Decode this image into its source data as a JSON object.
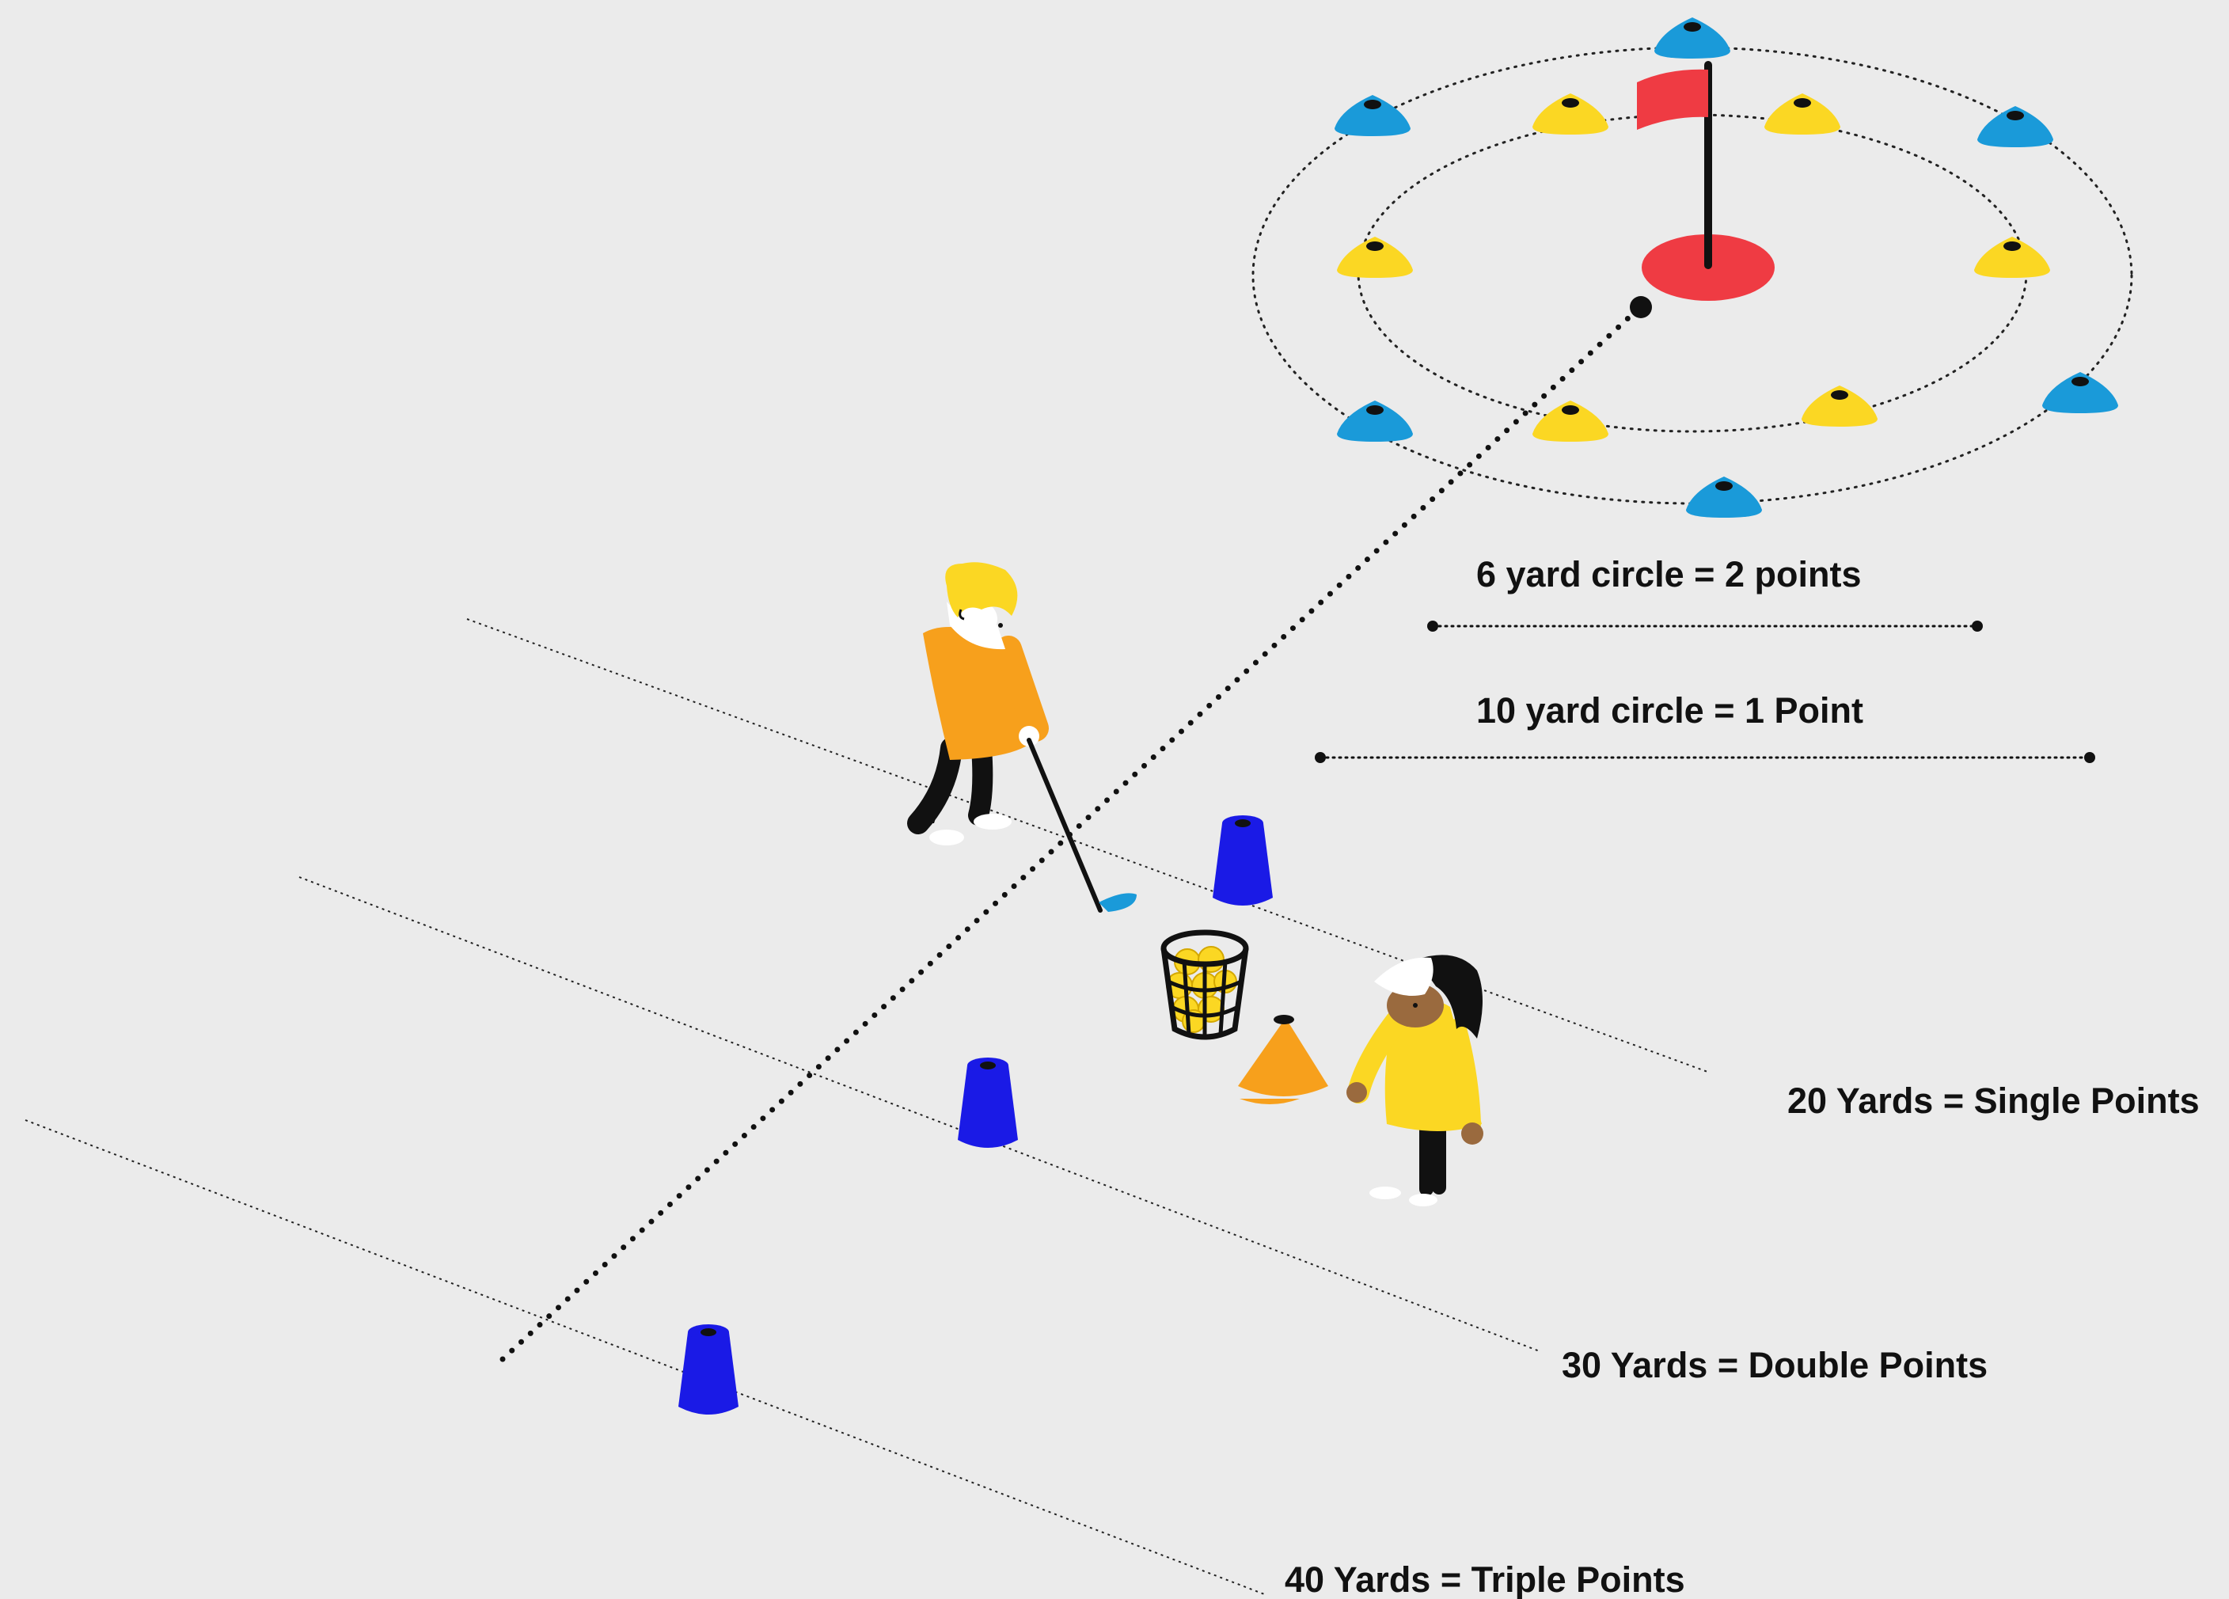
{
  "labels": {
    "six_yard": "6 yard circle = 2 points",
    "ten_yard": "10 yard circle = 1 Point",
    "twenty_yards": "20 Yards = Single Points",
    "thirty_yards": "30 Yards = Double Points",
    "forty_yards": "40 Yards = Triple Points"
  },
  "colors": {
    "background": "#ebebeb",
    "blue_marker": "#1a9ad9",
    "yellow_marker": "#fbd723",
    "flag_red": "#ef3b43",
    "cone_blue": "#1a1ae6",
    "cone_orange": "#f7a01c",
    "player_orange": "#f7a01c",
    "player_yellow": "#fbd723",
    "skin_dark": "#9a6a3e"
  },
  "icons": {
    "flag": "flag-icon",
    "hole": "hole-icon",
    "ball": "golf-ball-icon",
    "basket": "ball-basket-icon",
    "cone": "cone-icon",
    "marker": "marker-disc-icon",
    "golfer": "golfer-icon",
    "coach": "coach-icon"
  }
}
